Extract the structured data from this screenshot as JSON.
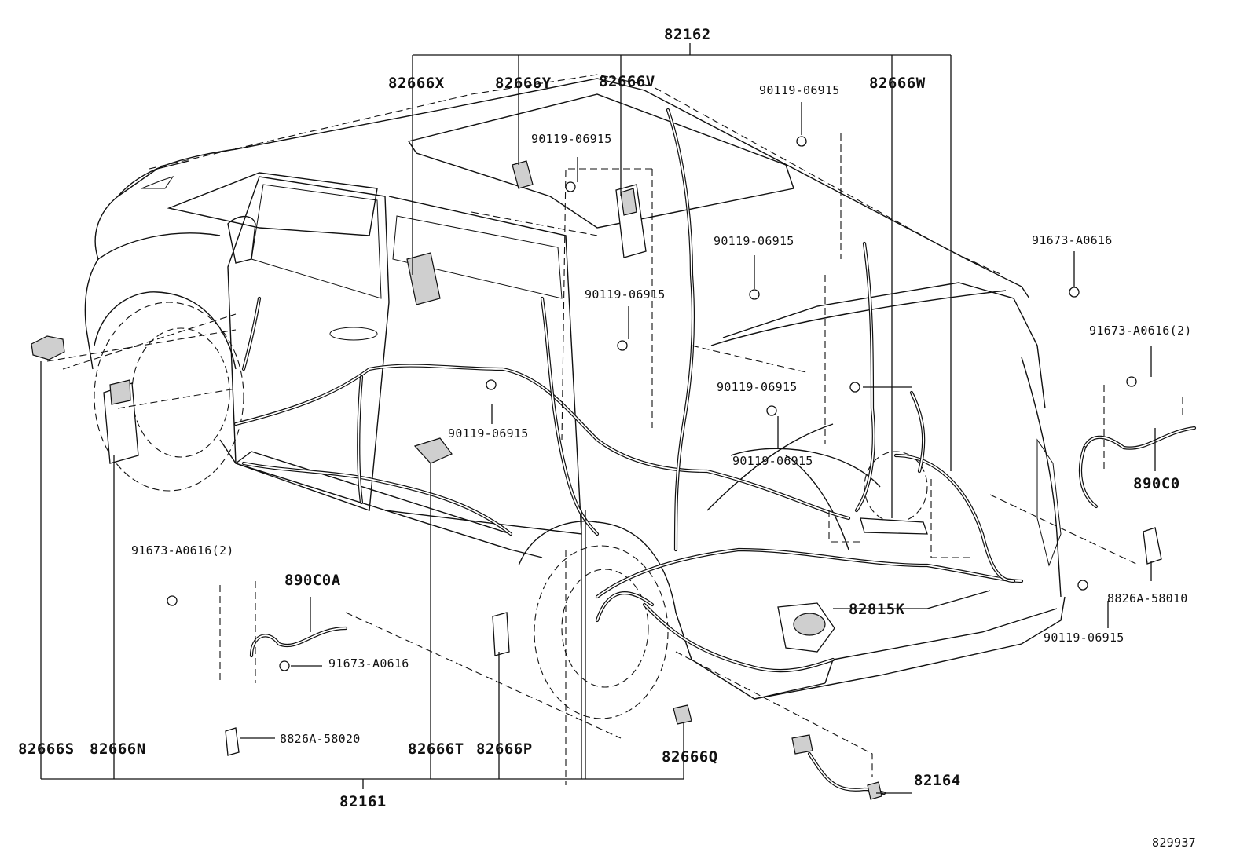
{
  "diagram": {
    "drawing_number": "829937",
    "labels": {
      "p82162": "82162",
      "p82161": "82161",
      "p82666X": "82666X",
      "p82666Y": "82666Y",
      "p82666V": "82666V",
      "p82666W": "82666W",
      "p82666S": "82666S",
      "p82666N": "82666N",
      "p82666T": "82666T",
      "p82666P": "82666P",
      "p82666Q": "82666Q",
      "p82164": "82164",
      "p82815K": "82815K",
      "p890C0": "890C0",
      "p890C0A": "890C0A",
      "p8826A58010": "8826A-58010",
      "p8826A58020": "8826A-58020",
      "p91673A0616_a": "91673-A0616",
      "p91673A0616_2a": "91673-A0616(2)",
      "p91673A0616_2b": "91673-A0616(2)",
      "p91673A0616_b": "91673-A0616",
      "b1": "90119-06915",
      "b2": "90119-06915",
      "b3": "90119-06915",
      "b4": "90119-06915",
      "b5": "90119-06915",
      "b6": "90119-06915",
      "b7": "90119-06915",
      "b8": "90119-06915"
    }
  }
}
